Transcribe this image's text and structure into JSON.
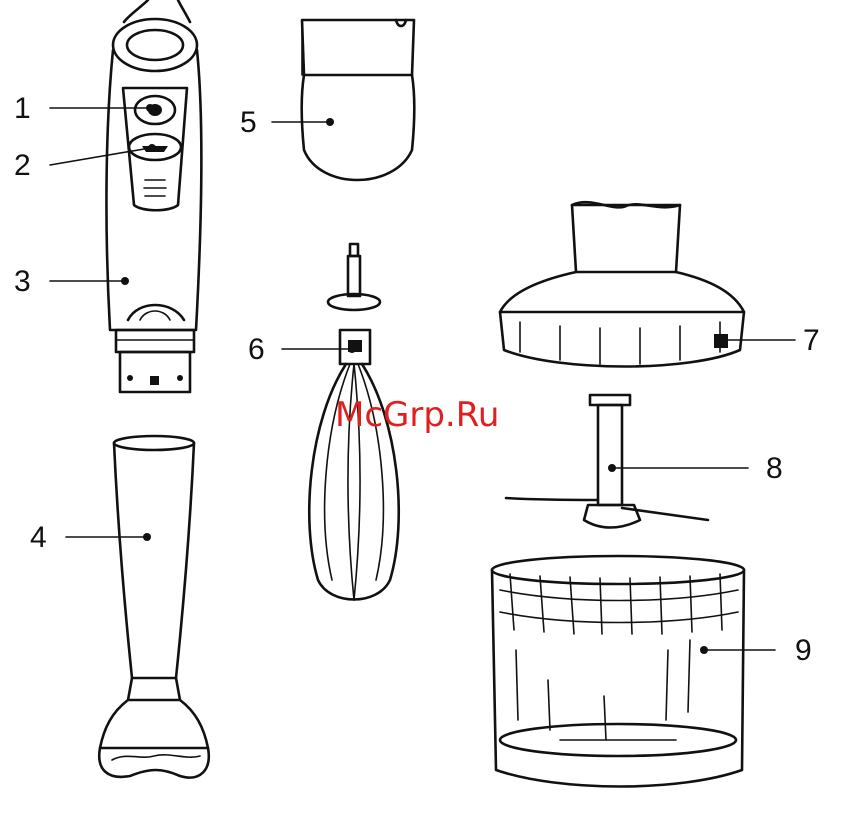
{
  "callouts": [
    {
      "id": "1",
      "label": "1"
    },
    {
      "id": "2",
      "label": "2"
    },
    {
      "id": "3",
      "label": "3"
    },
    {
      "id": "4",
      "label": "4"
    },
    {
      "id": "5",
      "label": "5"
    },
    {
      "id": "6",
      "label": "6"
    },
    {
      "id": "7",
      "label": "7"
    },
    {
      "id": "8",
      "label": "8"
    },
    {
      "id": "9",
      "label": "9"
    }
  ],
  "watermark": "McGrp.Ru",
  "colors": {
    "ink": "#111111",
    "watermark": "#e02020",
    "background": "#ffffff"
  }
}
